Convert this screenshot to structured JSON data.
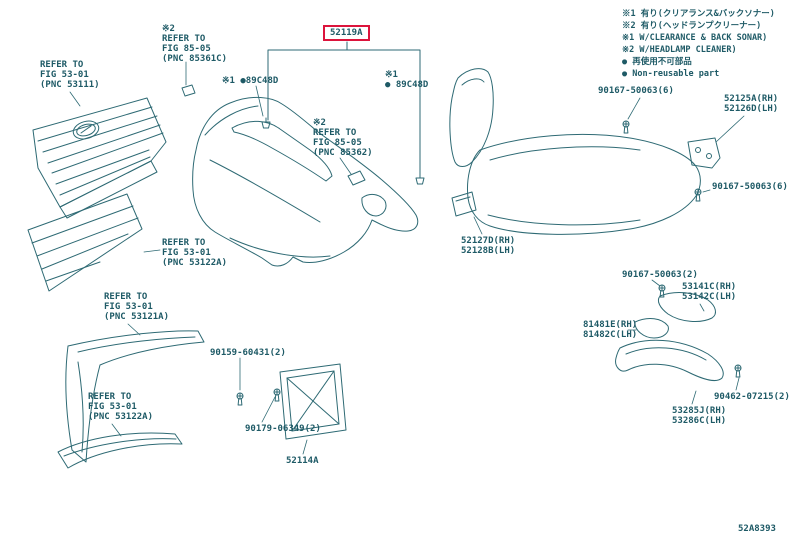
{
  "page": {
    "doc_number": "52A8393",
    "ink_color": "#1e5a66",
    "highlight_color": "#dc143c"
  },
  "legend": {
    "lines": [
      "※1 有り(クリアランス&バックソナー)",
      "※2 有り(ヘッドランプクリーナー)",
      "※1 W/CLEARANCE & BACK SONAR)",
      "※2 W/HEADLAMP CLEANER)",
      "● 再使用不可部品",
      "● Non-reusable part"
    ]
  },
  "labels": {
    "main_part": "52119A",
    "refer_85361c": "※2\nREFER TO\nFIG 85-05\n(PNC 85361C)",
    "refer_53111": "REFER TO\nFIG 53-01\n(PNC 53111)",
    "clip_89c48d_left": "※1 ●89C48D",
    "clip_89c48d_right": "※1\n● 89C48D",
    "refer_85362": "※2\nREFER TO\nFIG 85-05\n(PNC 85362)",
    "refer_53122a_upper": "REFER TO\nFIG 53-01\n(PNC 53122A)",
    "refer_53121a": "REFER TO\nFIG 53-01\n(PNC 53121A)",
    "refer_53122a_lower": "REFER TO\nFIG 53-01\n(PNC 53122A)",
    "bolt_90159": "90159-60431(2)",
    "screw_90179": "90179-06349(2)",
    "plate_bracket": "52114A",
    "bolt_90167_top": "90167-50063(6)",
    "side_seal_upper": "52125A(RH)\n52126D(LH)",
    "bolt_90167_right": "90167-50063(6)",
    "bumper_side_support": "52127D(RH)\n52128B(LH)",
    "bolt_90167_lower": "90167-50063(2)",
    "side_retainer": "53141C(RH)\n53142C(LH)",
    "seal_81481": "81481E(RH)\n81482C(LH)",
    "screw_90462": "90462-07215(2)",
    "garnish_53285": "53285J(RH)\n53286C(LH)"
  }
}
